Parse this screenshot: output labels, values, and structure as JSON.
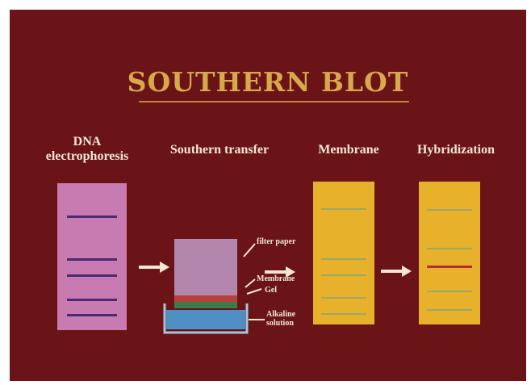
{
  "title": "SOUTHERN BLOT",
  "steps": {
    "electrophoresis": [
      "DNA",
      "electrophoresis"
    ],
    "transfer": "Southern transfer",
    "membrane": "Membrane",
    "hybridization": "Hybridization"
  },
  "transfer_labels": {
    "filter_paper": "filter paper",
    "membrane": "Membrane",
    "gel": "Gel",
    "alkaline": [
      "Alkaline",
      "solution"
    ]
  },
  "colors": {
    "background": "#6b1417",
    "title": "#d9a84c",
    "gel": "#c77bb0",
    "membrane": "#e8b12c",
    "gel_band": "#4a2a70",
    "membrane_band": "#9aa86a",
    "hybridized_band": "#b52a36"
  }
}
